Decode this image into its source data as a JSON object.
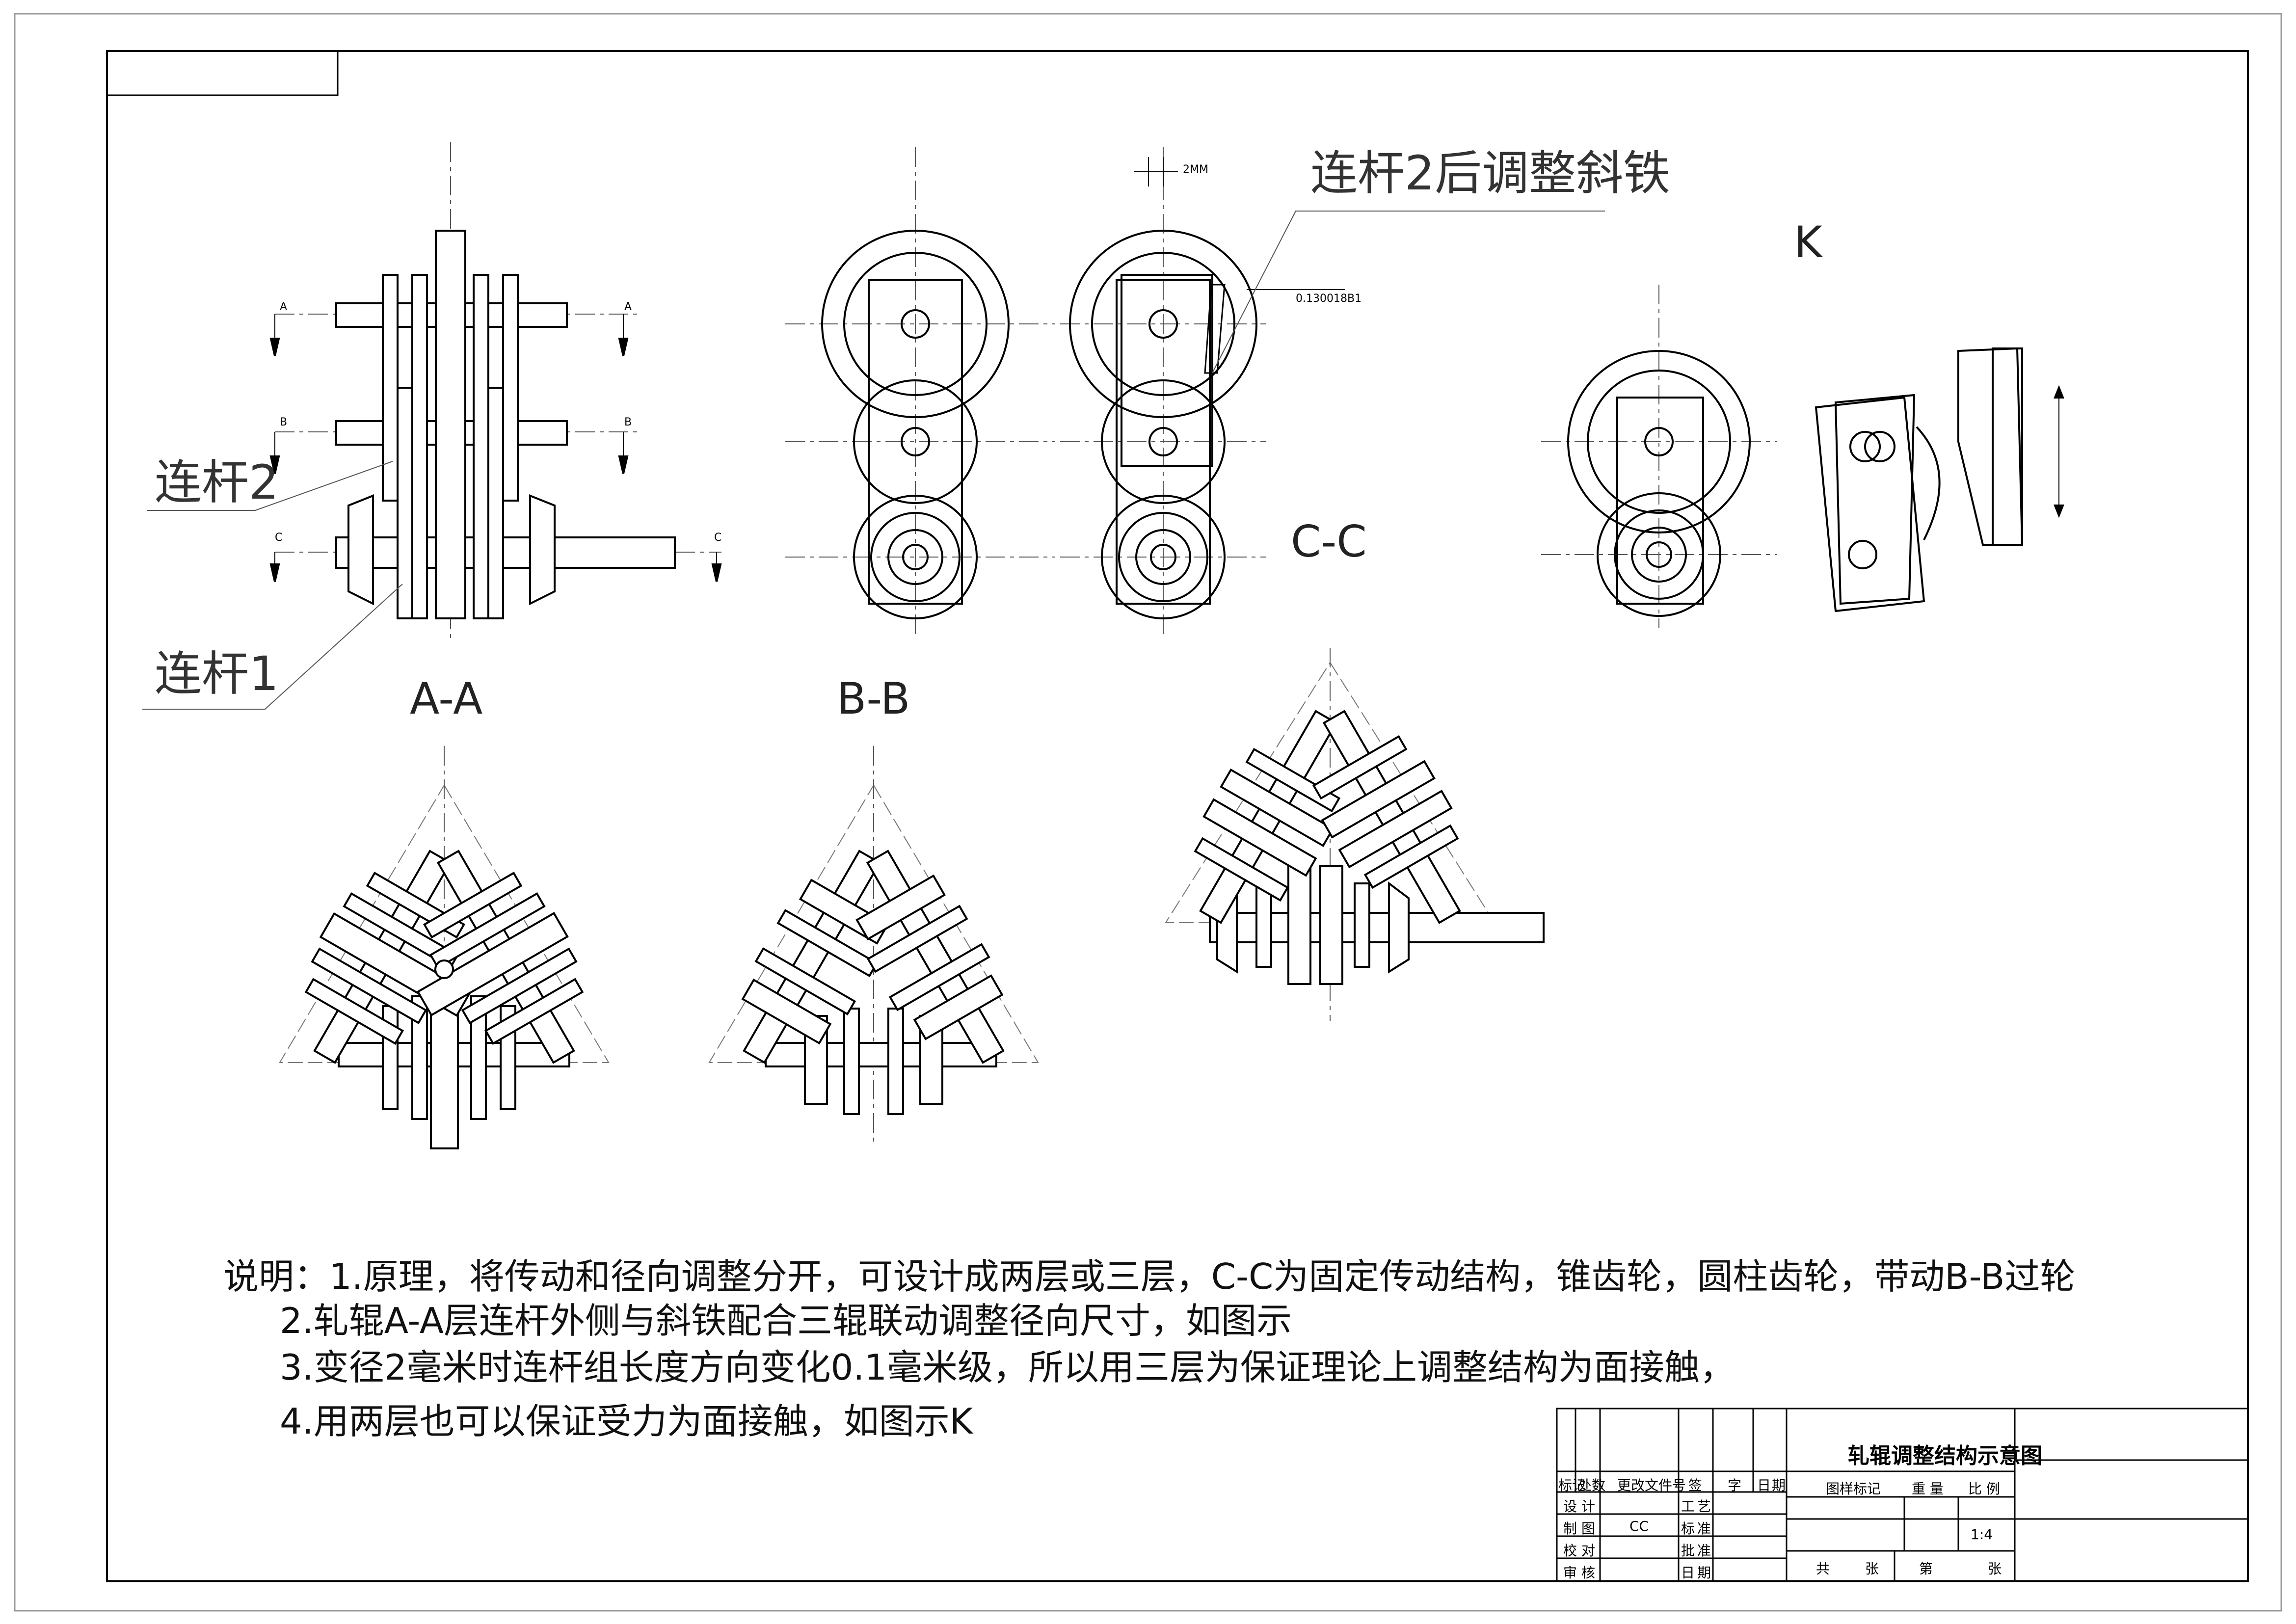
{
  "labels": {
    "link2_left": "连杆2",
    "link1_left": "连杆1",
    "link2_wedge": "连杆2后调整斜铁",
    "view_k": "K",
    "view_cc": "C-C",
    "view_aa": "A-A",
    "view_bb": "B-B",
    "dim_2mm": "2MM",
    "dim_tol": "0.130018B1",
    "sec_a": "A",
    "sec_b": "B",
    "sec_c": "C"
  },
  "notes": [
    "说明：1.原理，将传动和径向调整分开，可设计成两层或三层，C-C为固定传动结构，锥齿轮，圆柱齿轮，带动B-B过轮",
    "2.轧辊A-A层连杆外侧与斜铁配合三辊联动调整径向尺寸，如图示",
    "3.变径2毫米时连杆组长度方向变化0.1毫米级，所以用三层为保证理论上调整结构为面接触，",
    "4.用两层也可以保证受力为面接触，如图示K"
  ],
  "title_block": {
    "drawing_title": "轧辊调整结构示意图",
    "rev_headers": [
      "标记",
      "处数",
      "更改文件号",
      "签",
      "字",
      "日",
      "期"
    ],
    "roles_left": [
      "设",
      "计",
      "制",
      "图",
      "校",
      "对",
      "审",
      "核"
    ],
    "designer_value": "CC",
    "roles_right": [
      "工",
      "艺",
      "标",
      "准",
      "批",
      "准",
      "日",
      "期"
    ],
    "mark_label": "图样标记",
    "weight_label": "重 量",
    "scale_label": "比 例",
    "scale_value": "1:4",
    "total_label": "共",
    "sheets_label": "张",
    "page_label": "第",
    "page_sheets_label": "张"
  }
}
